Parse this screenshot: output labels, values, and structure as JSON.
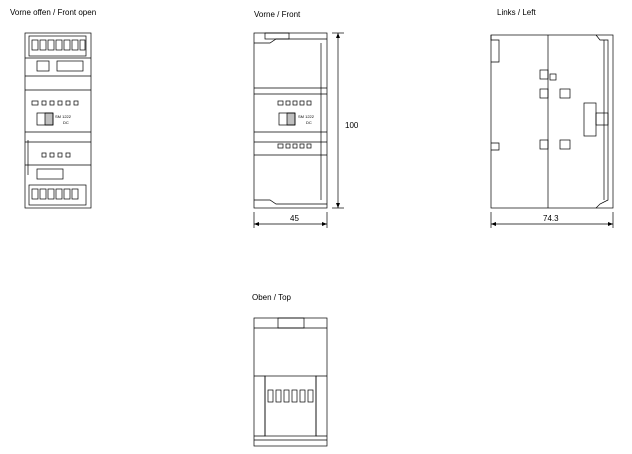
{
  "views": {
    "front_open": {
      "title": "Vorne offen / Front open"
    },
    "front": {
      "title": "Vorne / Front",
      "model_line1": "SM 1222",
      "model_line2": "DC"
    },
    "left": {
      "title": "Links / Left"
    },
    "top": {
      "title": "Oben / Top"
    }
  },
  "dimensions": {
    "front_height": "100",
    "front_width": "45",
    "left_depth": "74.3"
  },
  "module_labels": {
    "model_line1": "SM 1222",
    "model_line2": "DC"
  }
}
